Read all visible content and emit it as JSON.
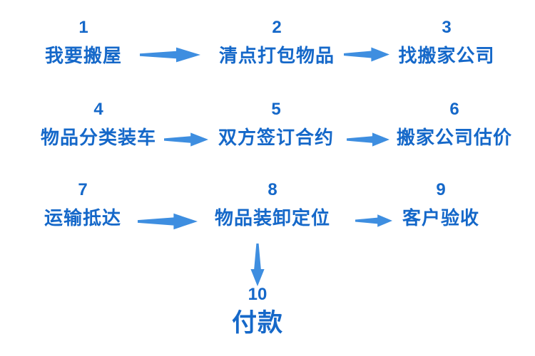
{
  "diagram": {
    "title": "moving-house-process-flow",
    "language": "zh-CN",
    "colors": {
      "step_text": "#1568C9",
      "arrow": "#3E8EE0",
      "background": "#ffffff"
    },
    "steps": [
      {
        "number": "1",
        "label": "我要搬屋"
      },
      {
        "number": "2",
        "label": "清点打包物品"
      },
      {
        "number": "3",
        "label": "找搬家公司"
      },
      {
        "number": "4",
        "label": "物品分类装车"
      },
      {
        "number": "5",
        "label": "双方签订合约"
      },
      {
        "number": "6",
        "label": "搬家公司估价"
      },
      {
        "number": "7",
        "label": "运输抵达"
      },
      {
        "number": "8",
        "label": "物品装卸定位"
      },
      {
        "number": "9",
        "label": "客户验收"
      },
      {
        "number": "10",
        "label": "付款"
      }
    ],
    "connections": [
      {
        "from": "1",
        "to": "2",
        "direction": "right"
      },
      {
        "from": "2",
        "to": "3",
        "direction": "right"
      },
      {
        "from": "4",
        "to": "5",
        "direction": "right"
      },
      {
        "from": "5",
        "to": "6",
        "direction": "right"
      },
      {
        "from": "7",
        "to": "8",
        "direction": "right"
      },
      {
        "from": "8",
        "to": "9",
        "direction": "right"
      },
      {
        "from": "8",
        "to": "10",
        "direction": "down"
      }
    ]
  }
}
